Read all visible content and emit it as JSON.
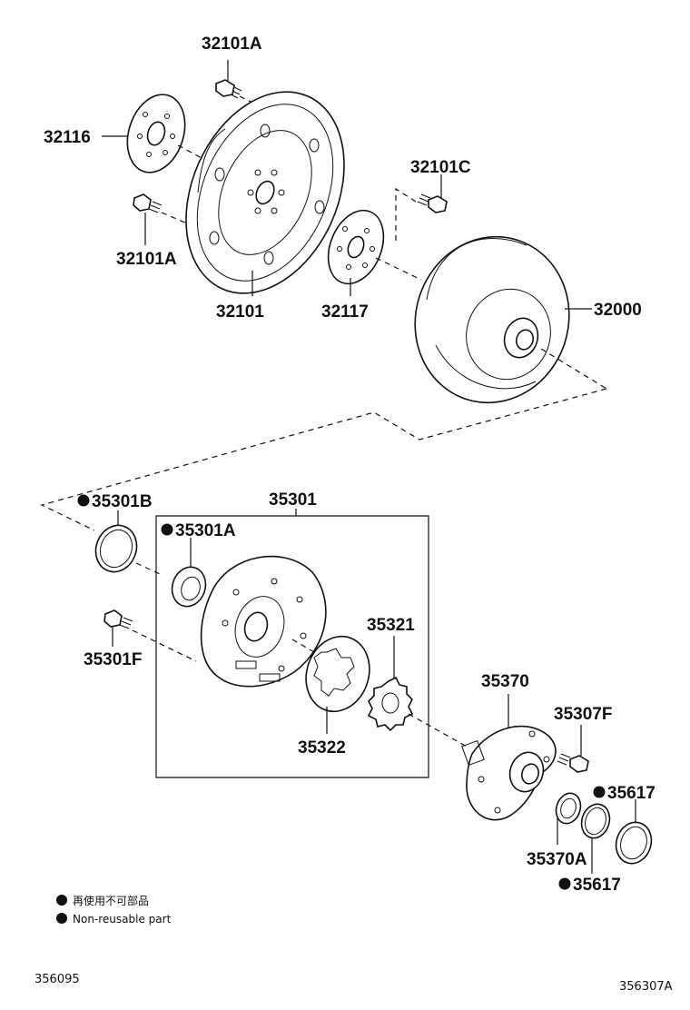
{
  "labels": {
    "p32101A_top": "32101A",
    "p32116": "32116",
    "p32101C": "32101C",
    "p32101A_low": "32101A",
    "p32101": "32101",
    "p32117": "32117",
    "p32000": "32000",
    "p35301B": "35301B",
    "p35301": "35301",
    "p35301A": "35301A",
    "p35321": "35321",
    "p35301F": "35301F",
    "p35322": "35322",
    "p35370": "35370",
    "p35307F": "35307F",
    "p35617_a": "35617",
    "p35370A": "35370A",
    "p35617_b": "35617"
  },
  "legend": {
    "line1": "再使用不可部品",
    "line2": "Non-reusable part"
  },
  "codes": {
    "left": "356095",
    "right": "356307A"
  }
}
